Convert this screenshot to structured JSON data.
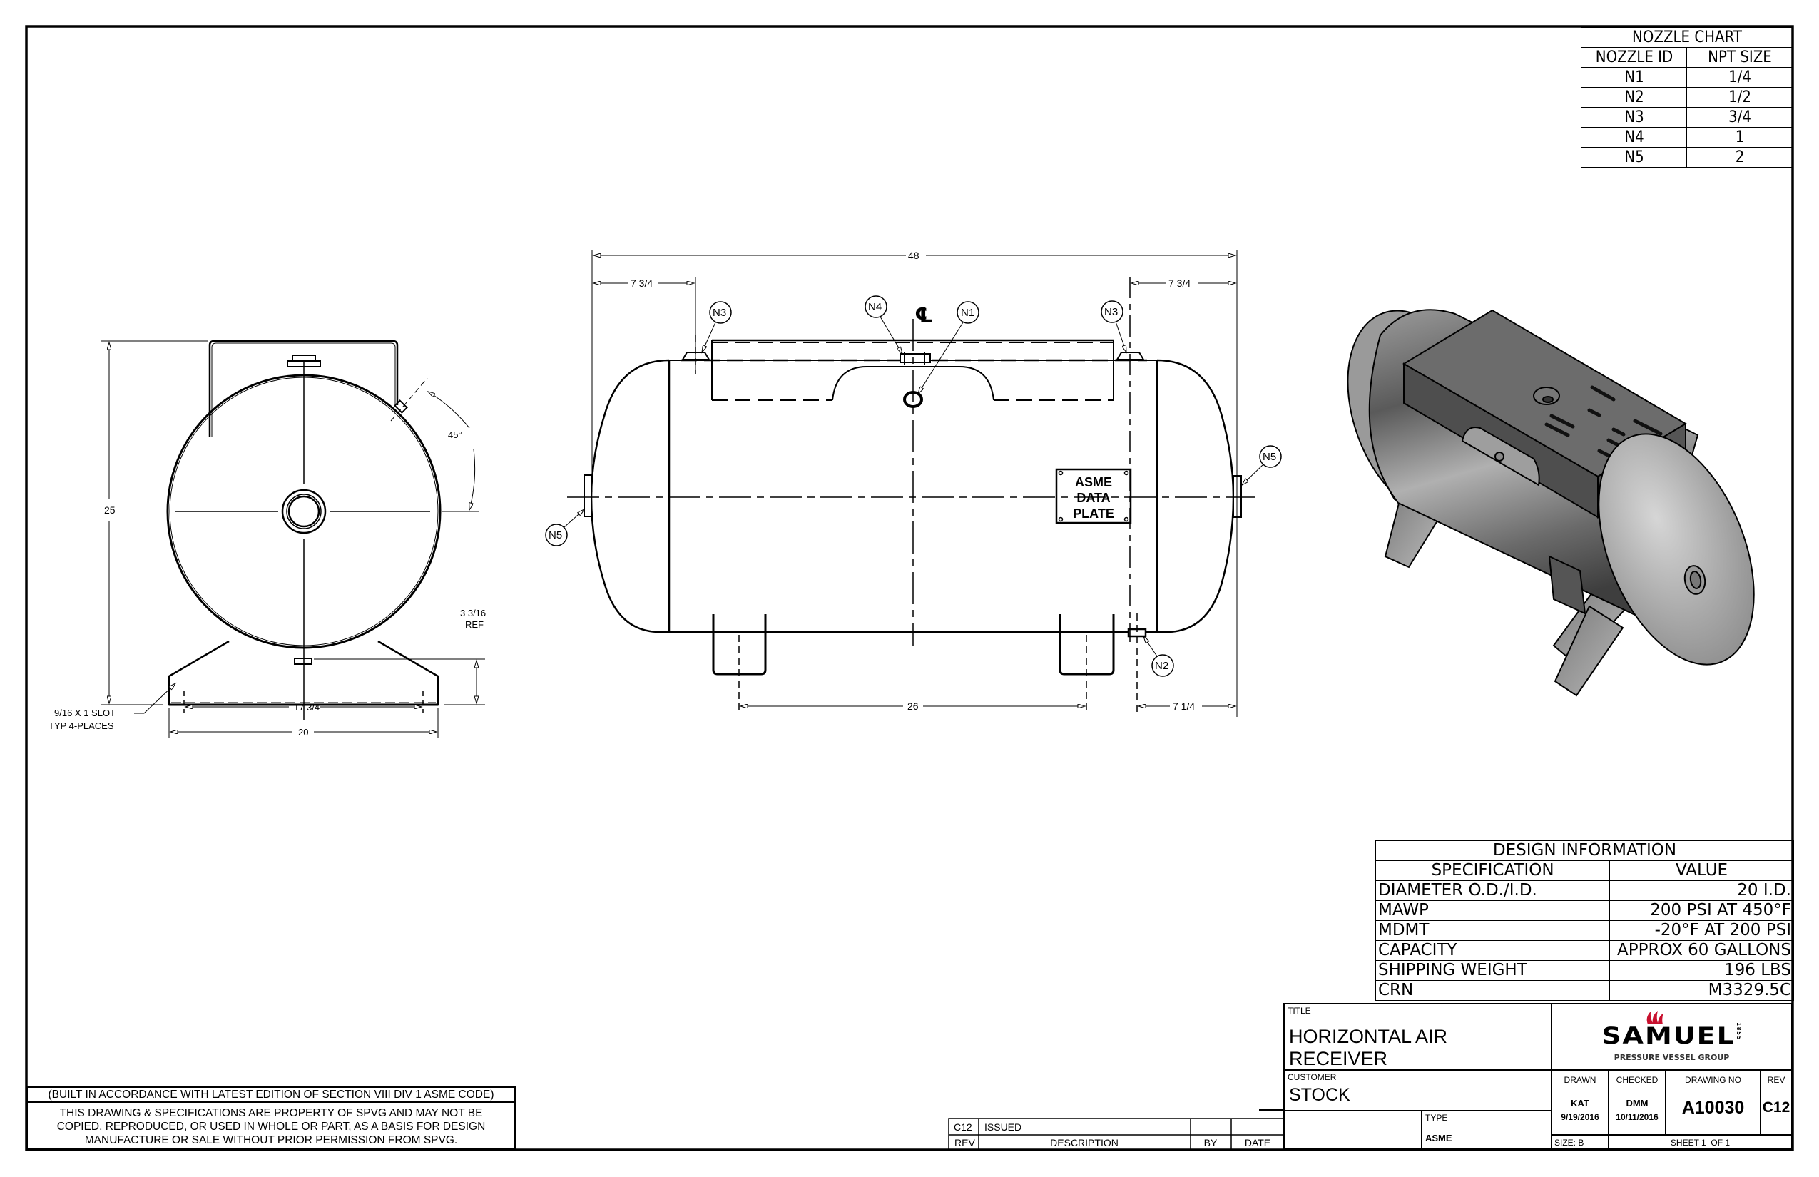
{
  "nozzle_chart": {
    "title": "NOZZLE CHART",
    "headers": [
      "NOZZLE ID",
      "NPT SIZE"
    ],
    "rows": [
      {
        "id": "N1",
        "size": "1/4"
      },
      {
        "id": "N2",
        "size": "1/2"
      },
      {
        "id": "N3",
        "size": "3/4"
      },
      {
        "id": "N4",
        "size": "1"
      },
      {
        "id": "N5",
        "size": "2"
      }
    ]
  },
  "design_info": {
    "title": "DESIGN INFORMATION",
    "headers": [
      "SPECIFICATION",
      "VALUE"
    ],
    "rows": [
      {
        "spec": "DIAMETER O.D./I.D.",
        "value": "20 I.D."
      },
      {
        "spec": "MAWP",
        "value": "200 PSI AT 450°F"
      },
      {
        "spec": "MDMT",
        "value": "-20°F AT 200 PSI"
      },
      {
        "spec": "CAPACITY",
        "value": "APPROX 60 GALLONS"
      },
      {
        "spec": "SHIPPING WEIGHT",
        "value": "196 LBS"
      },
      {
        "spec": "CRN",
        "value": "M3329.5C"
      }
    ]
  },
  "title_block": {
    "title_label": "TITLE",
    "title": "HORIZONTAL AIR RECEIVER",
    "customer_label": "CUSTOMER",
    "customer": "STOCK",
    "type_label": "TYPE",
    "type": "ASME",
    "logo": {
      "name": "SAMUEL",
      "year": "1855",
      "subtitle": "PRESSURE VESSEL GROUP",
      "flame_color": "#c8102e"
    },
    "drawn_label": "DRAWN",
    "drawn_by": "KAT",
    "drawn_date": "9/19/2016",
    "checked_label": "CHECKED",
    "checked_by": "DMM",
    "checked_date": "10/11/2016",
    "drawing_no_label": "DRAWING NO",
    "drawing_no": "A10030",
    "rev_label": "REV",
    "rev": "C12",
    "size": "SIZE: B",
    "sheet": "SHEET 1  OF 1"
  },
  "revision_block": {
    "rows": [
      {
        "rev": "C12",
        "description": "ISSUED",
        "by": "",
        "date": ""
      }
    ],
    "headers": {
      "rev": "REV",
      "description": "DESCRIPTION",
      "by": "BY",
      "date": "DATE"
    }
  },
  "notes": {
    "code": "(BUILT IN ACCORDANCE WITH LATEST EDITION OF SECTION VIII DIV 1 ASME CODE)",
    "property_lines": [
      "THIS DRAWING & SPECIFICATIONS ARE PROPERTY OF SPVG AND MAY NOT BE",
      "COPIED, REPRODUCED, OR USED IN WHOLE OR PART, AS A BASIS FOR DESIGN",
      "MANUFACTURE OR SALE WITHOUT PRIOR PERMISSION FROM SPVG."
    ]
  },
  "end_view": {
    "height_dim": "25",
    "angle_dim": "45°",
    "base_height_dim": [
      "3 3/16",
      "REF"
    ],
    "slot_note": [
      "9/16 X 1 SLOT",
      "TYP 4-PLACES"
    ],
    "slot_spacing_dim": "17 3/4",
    "base_width_dim": "20"
  },
  "side_view": {
    "overall_length_dim": "48",
    "left_offset_dim": "7 3/4",
    "right_offset_dim": "7 3/4",
    "leg_spacing_dim": "26",
    "drain_offset_dim": "7 1/4",
    "centerline_symbol": "℄",
    "data_plate": [
      "ASME",
      "DATA",
      "PLATE"
    ],
    "callouts": [
      "N1",
      "N2",
      "N3",
      "N3",
      "N4",
      "N5",
      "N5"
    ]
  },
  "colors": {
    "line": "#000000",
    "paper": "#ffffff",
    "shade_dark": "#4a4a4a",
    "shade_light": "#bdbdbd"
  }
}
